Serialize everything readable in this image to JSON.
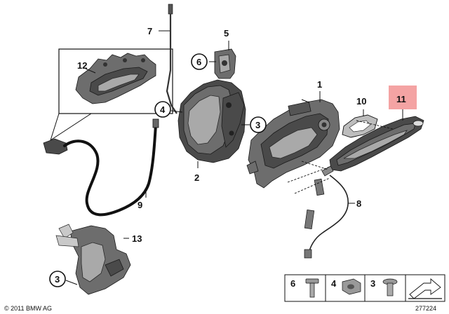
{
  "callouts": {
    "c1": "1",
    "c2": "2",
    "c3a": "3",
    "c3b": "3",
    "c4": "4",
    "c5": "5",
    "c6": "6",
    "c7": "7",
    "c8": "8",
    "c9": "9",
    "c10": "10",
    "c11": "11",
    "c12": "12",
    "c13": "13"
  },
  "highlight_color": "#f4a3a3",
  "legend": {
    "items": [
      {
        "label": "6"
      },
      {
        "label": "4"
      },
      {
        "label": "3"
      }
    ]
  },
  "footer": {
    "copyright": "© 2011 BMW AG",
    "diagram_number": "277224"
  }
}
